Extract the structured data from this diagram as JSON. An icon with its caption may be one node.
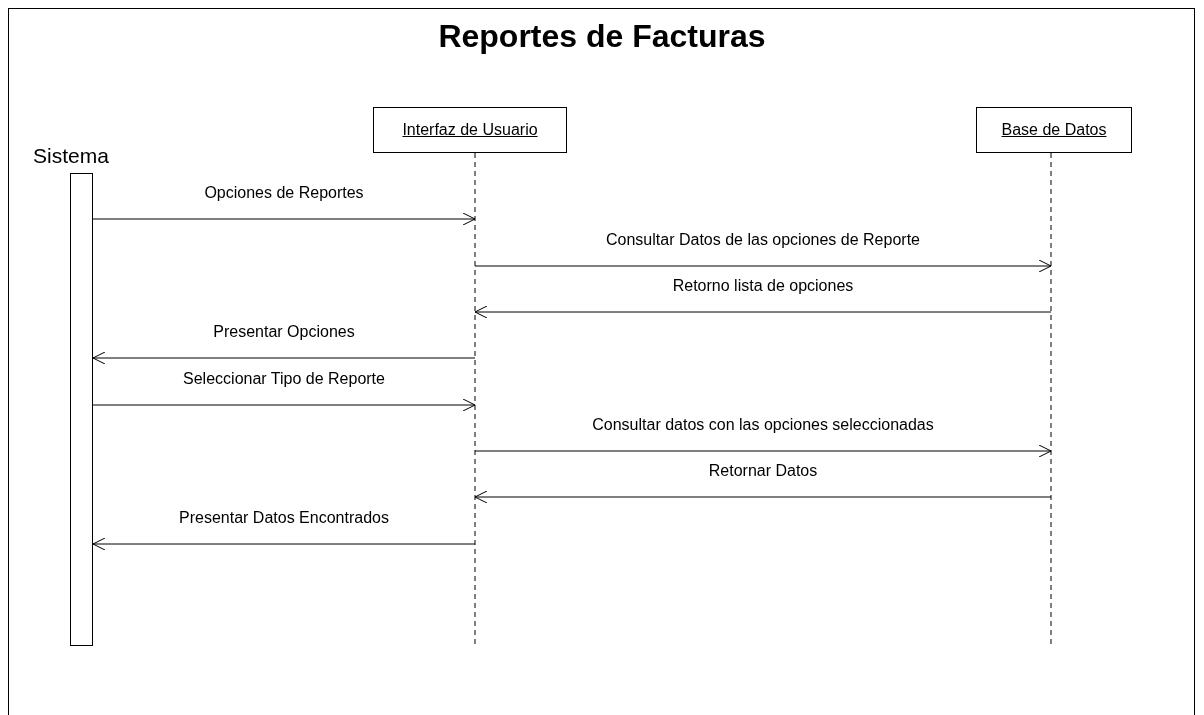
{
  "diagram": {
    "title": "Reportes de Facturas",
    "nodes": [
      {
        "text": [
          "Sistema"
        ]
      },
      {
        "text": [
          "Interfaz de Usuario"
        ]
      },
      {
        "text": [
          "Base de Datos"
        ]
      }
    ],
    "edges": [
      {
        "from": 0,
        "to": 1,
        "arrow": "to",
        "label": "Opciones de Reportes"
      },
      {
        "from": 1,
        "to": 2,
        "arrow": "to",
        "label": "Consultar Datos de las opciones de Reporte"
      },
      {
        "from": 2,
        "to": 1,
        "arrow": "to",
        "label": "Retorno lista de opciones"
      },
      {
        "from": 1,
        "to": 0,
        "arrow": "to",
        "label": "Presentar Opciones"
      },
      {
        "from": 0,
        "to": 1,
        "arrow": "to",
        "label": "Seleccionar Tipo de Reporte"
      },
      {
        "from": 1,
        "to": 2,
        "arrow": "to",
        "label": "Consultar datos con las opciones seleccionadas"
      },
      {
        "from": 2,
        "to": 1,
        "arrow": "to",
        "label": "Retornar Datos"
      },
      {
        "from": 1,
        "to": 0,
        "arrow": "to",
        "label": "Presentar Datos Encontrados"
      }
    ]
  }
}
